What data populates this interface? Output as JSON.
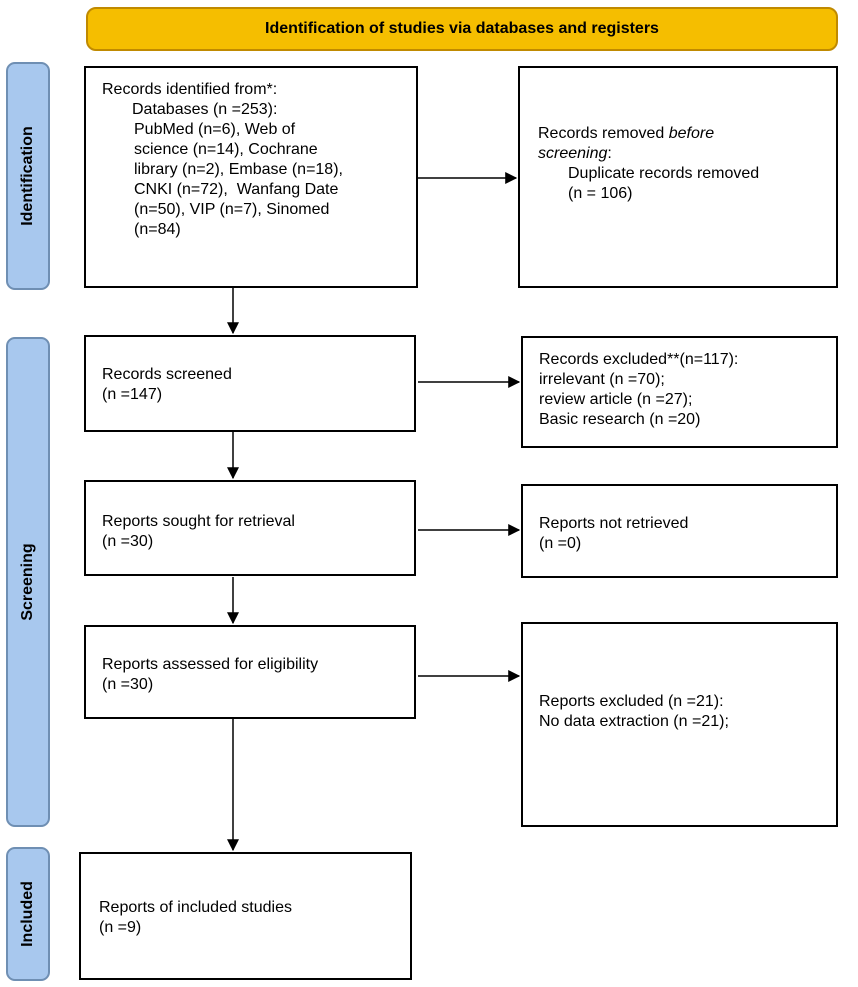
{
  "header": {
    "title": "Identification of studies via databases and registers"
  },
  "stages": {
    "identification": "Identification",
    "screening": "Screening",
    "included": "Included"
  },
  "identified": {
    "title": "Records identified from*:",
    "databases": "Databases (n =253):",
    "lines": [
      "PubMed (n=6), Web of",
      "science (n=14), Cochrane",
      "library (n=2), Embase (n=18),",
      "CNKI (n=72),  Wanfang Date",
      "(n=50), VIP (n=7), Sinomed",
      "(n=84)"
    ]
  },
  "removed": {
    "prefix": "Records removed ",
    "before": "before",
    "screening": "screening",
    "colon": ":",
    "duplicates": "Duplicate records removed",
    "count": "(n = 106)"
  },
  "screened": {
    "title": "Records screened",
    "count": "(n =147)"
  },
  "excluded": {
    "title": "Records excluded**(n=117):",
    "reasons": [
      "irrelevant (n =70);",
      "review article (n =27);",
      "Basic research (n =20)"
    ]
  },
  "sought": {
    "title": "Reports sought for retrieval",
    "count": "(n =30)"
  },
  "not_retrieved": {
    "title": "Reports not retrieved",
    "count": "(n =0)"
  },
  "assessed": {
    "title": "Reports assessed for eligibility",
    "count": "(n =30)"
  },
  "reports_excluded": {
    "title": "Reports excluded (n =21):",
    "reason": "No data extraction (n =21);"
  },
  "included": {
    "title": "Reports of included studies",
    "count": "(n =9)"
  },
  "colors": {
    "header_fill": "#F5BE00",
    "stage_fill": "#A8C8EE",
    "box_border": "#000000"
  }
}
